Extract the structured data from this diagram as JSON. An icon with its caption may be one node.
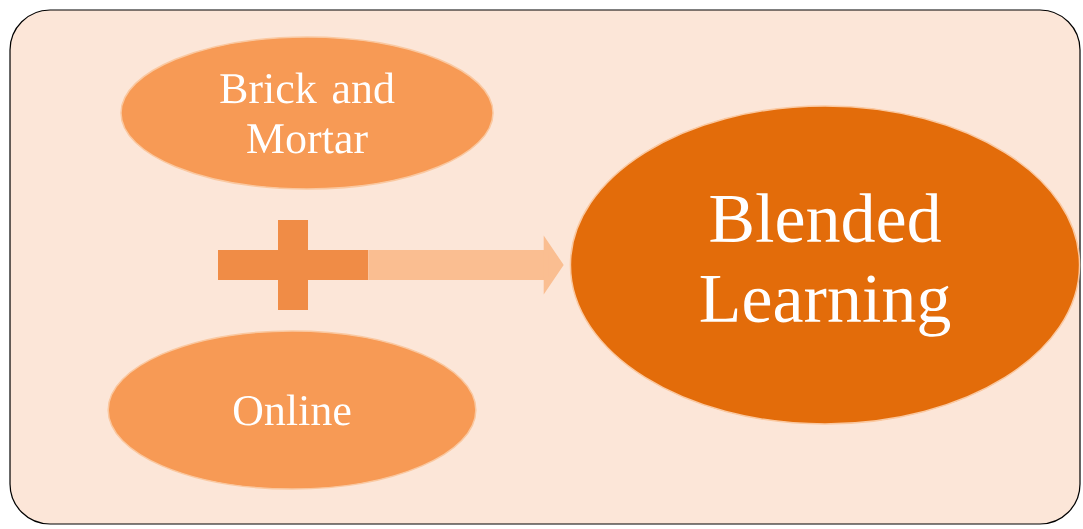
{
  "diagram": {
    "nodes": [
      {
        "text": [
          "Brick and Mortar"
        ]
      },
      {
        "text": [
          "Online"
        ]
      },
      {
        "text": [
          "Blended Learning"
        ]
      },
      {
        "text": [],
        "shape": "plus"
      }
    ],
    "edges": [
      {
        "from": 3,
        "to": 2,
        "arrow": "to"
      }
    ]
  }
}
